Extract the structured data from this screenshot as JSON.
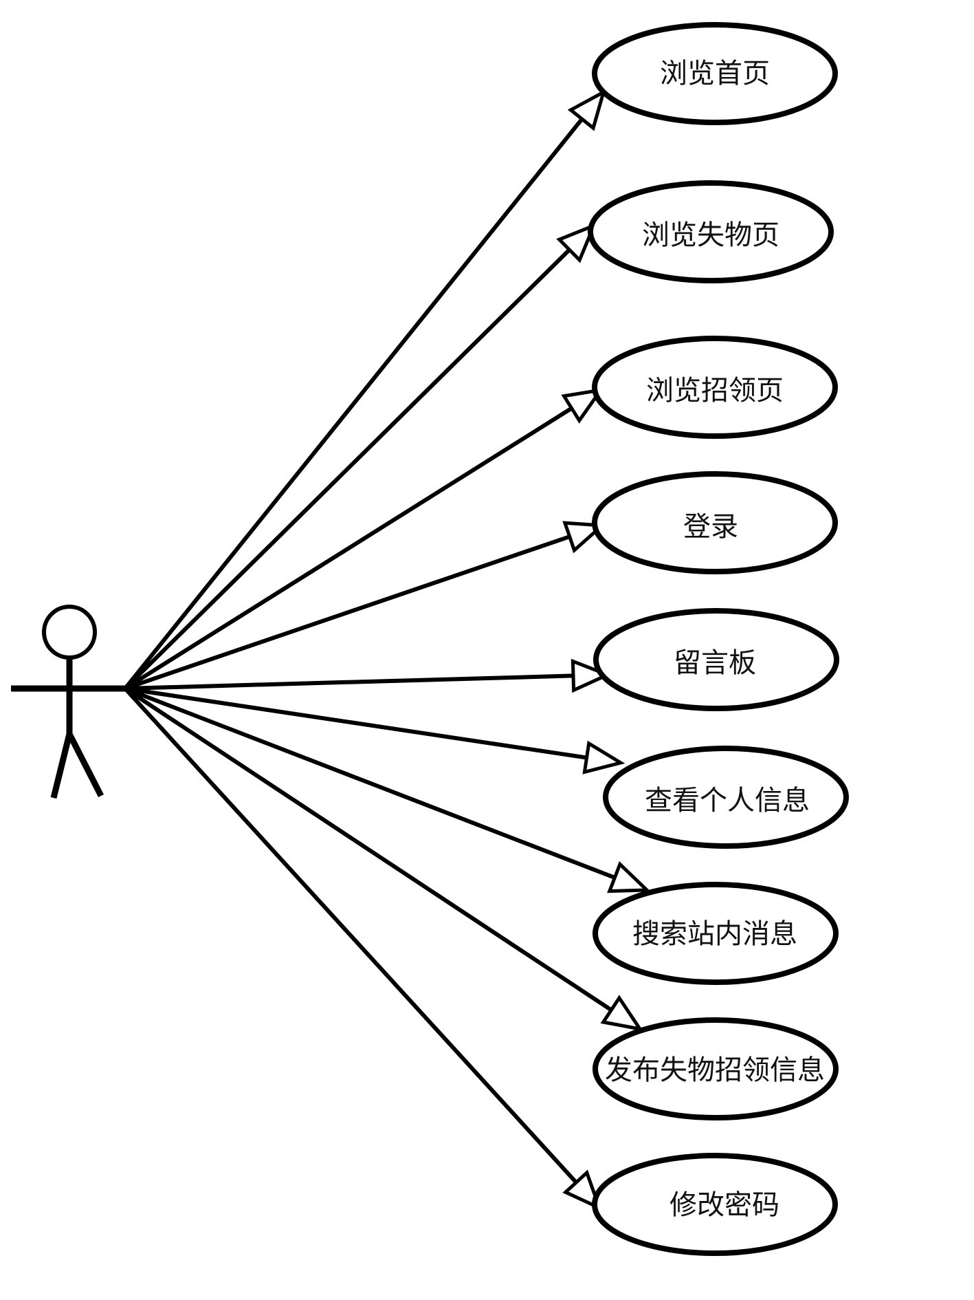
{
  "diagram": {
    "type": "use-case",
    "actor": {
      "icon": "stick-figure-icon"
    },
    "use_cases": [
      {
        "label": "浏览首页"
      },
      {
        "label": "浏览失物页"
      },
      {
        "label": "浏览招领页"
      },
      {
        "label": "登录"
      },
      {
        "label": "留言板"
      },
      {
        "label": "查看个人信息"
      },
      {
        "label": "搜索站内消息"
      },
      {
        "label": "发布失物招领信息"
      },
      {
        "label": "修改密码"
      }
    ]
  },
  "colors": {
    "stroke": "#000000",
    "background": "#ffffff"
  }
}
